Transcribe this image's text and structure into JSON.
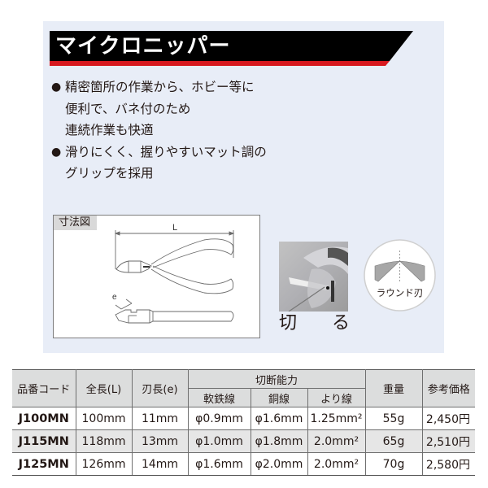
{
  "title": "マイクロニッパー",
  "colors": {
    "panel_bg": "#e8edf7",
    "title_bg": "#000000",
    "title_stripe": "#d7191f",
    "table_header_bg": "#dcdddd",
    "table_shade_bg": "#e6e6e6"
  },
  "features": [
    {
      "bullet": "●",
      "lines": [
        "精密箇所の作業から、ホビー等に",
        "便利で、バネ付のため",
        "連続作業も快適"
      ]
    },
    {
      "bullet": "●",
      "lines": [
        "滑りにくく、握りやすいマット調の",
        "グリップを採用"
      ]
    }
  ],
  "diagram": {
    "label": "寸法図",
    "length_label": "L",
    "blade_label": "e"
  },
  "photo": {
    "caption_left": "切",
    "caption_right": "る"
  },
  "round_blade": {
    "label": "ラウンド刃"
  },
  "table": {
    "headers": {
      "code": "品番コード",
      "length": "全長(L)",
      "blade_length": "刃長(e)",
      "cutting_capacity": "切断能力",
      "soft_iron": "軟鉄線",
      "copper": "銅線",
      "stranded": "より線",
      "weight": "重量",
      "price": "参考価格"
    },
    "rows": [
      {
        "code": "J100MN",
        "length": "100mm",
        "blade_length": "11mm",
        "soft_iron": "φ0.9mm",
        "copper": "φ1.6mm",
        "stranded": "1.25mm²",
        "weight": "55g",
        "price": "2,450円"
      },
      {
        "code": "J115MN",
        "length": "118mm",
        "blade_length": "13mm",
        "soft_iron": "φ1.0mm",
        "copper": "φ1.8mm",
        "stranded": "2.0mm²",
        "weight": "65g",
        "price": "2,510円"
      },
      {
        "code": "J125MN",
        "length": "126mm",
        "blade_length": "14mm",
        "soft_iron": "φ1.6mm",
        "copper": "φ2.0mm",
        "stranded": "2.0mm²",
        "weight": "70g",
        "price": "2,580円"
      }
    ]
  }
}
